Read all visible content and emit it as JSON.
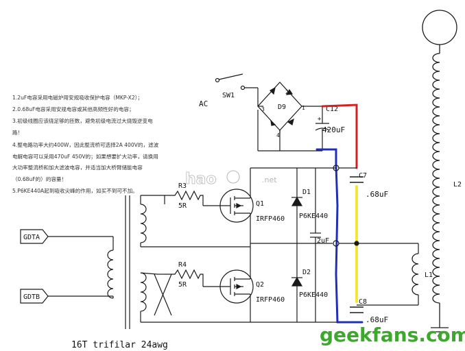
{
  "notes": [
    "1.2uF电容采用电磁炉用安规吸收保护电容（MKP-X2）；",
    "2.0.68uF电容采用安规电容或其他高频性好的电容；",
    "3.初级线圈应该绕足够的匝数，避免初级电流过大烧毁逆变电",
    "路！",
    "4.整电路功率大约400W，因此整流桥可选择2A 400V的，滤波",
    "电解电容可以采用470uF 450V的；如果想要扩大功率，请换用",
    "大功率整流桥和加大滤波电容，并适当加大桥臂储能电容",
    "（0.68uF的）的容量！",
    "5.P6KE440A起到吸收尖峰的作用，如买不到可不加。"
  ],
  "labels": {
    "sw1": "SW1",
    "ac": "AC",
    "d9": "D9",
    "c12": "C12",
    "c12_value": "420uF",
    "plus": "+",
    "r3": "R3",
    "r3_value": "5R",
    "r4": "R4",
    "r4_value": "5R",
    "q1": "Q1",
    "q1_part": "IRFP460",
    "q2": "Q2",
    "q2_part": "IRFP460",
    "d1": "D1",
    "d1_part": "P6KE440",
    "d2": "D2",
    "d2_part": "P6KE440",
    "c7": "C7",
    "c7_value": ".68uF",
    "c8": "C8",
    "c8_value": ".68uF",
    "cap_2uf": "2uF",
    "l1": "L1",
    "l2": "L2",
    "gdta": "GDTA",
    "gdtb": "GDTB",
    "transformer": "16T trifilar 24awg",
    "bridge_pin_1": "1",
    "bridge_pin_2": "2",
    "bridge_pin_3": "3",
    "bridge_pin_4": "4"
  },
  "watermarks": {
    "haodiy": "hao",
    "haodiy_net": ".net",
    "geekfans": "geekfans.com"
  },
  "colors": {
    "wire": "#1a1a1a",
    "dc_positive": "#d42020",
    "dc_negative": "#1f2fb8",
    "tank": "#f2e63a",
    "watermark_green": "#3ca82c"
  }
}
